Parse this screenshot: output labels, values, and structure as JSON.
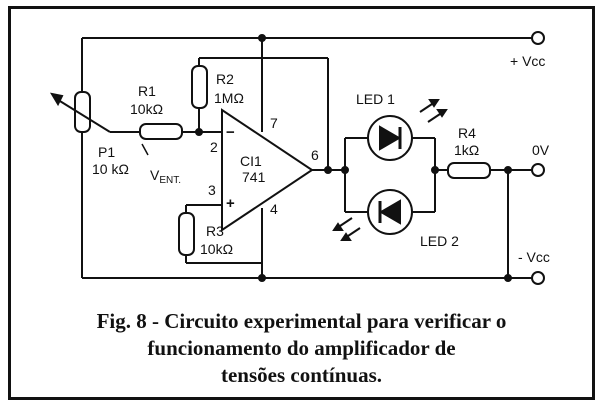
{
  "labels": {
    "vcc_pos": "+ Vcc",
    "vcc_neg": "- Vcc",
    "zero_v": "0V",
    "r1_name": "R1",
    "r1_value": "10kΩ",
    "r2_name": "R2",
    "r2_value": "1MΩ",
    "r3_name": "R3",
    "r3_value": "10kΩ",
    "r4_name": "R4",
    "r4_value": "1kΩ",
    "p1_name": "P1",
    "p1_value": "10 kΩ",
    "vent": "V",
    "vent_sub": "ENT.",
    "ic_name": "CI1",
    "ic_part": "741",
    "pin2": "2",
    "pin3": "3",
    "pin4": "4",
    "pin6": "6",
    "pin7": "7",
    "minus_sign": "−",
    "plus_sign": "+",
    "led1": "LED 1",
    "led2": "LED 2"
  },
  "caption": {
    "line1": "Fig. 8 - Circuito experimental para verificar o",
    "line2": "funcionamento do amplificador de",
    "line3": "tensões contínuas."
  }
}
